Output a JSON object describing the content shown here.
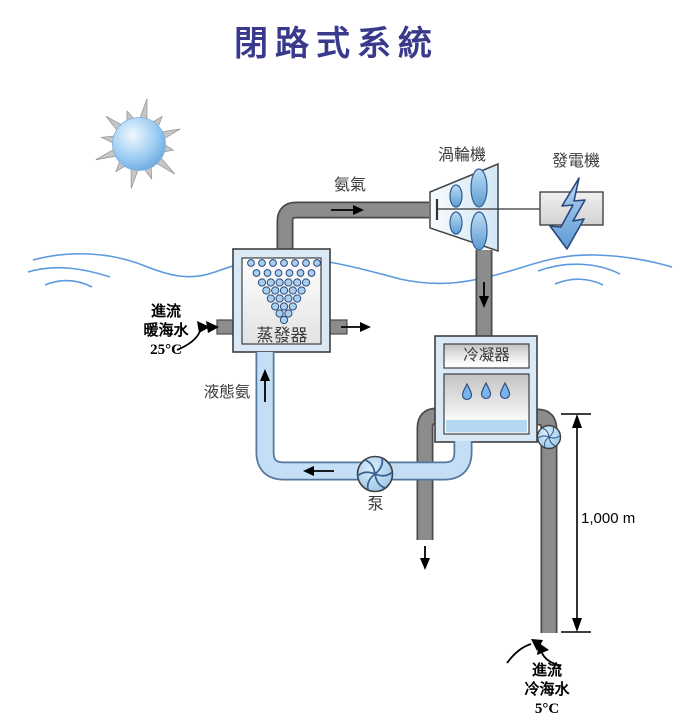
{
  "title": "閉路式系統",
  "colors": {
    "title": "#3a3a8c",
    "wave_blue": "#5b9ade",
    "pipe_gray": "#8c8c8c",
    "pipe_blue": "#c3def5",
    "box_fill": "#d9e9f6",
    "box_border": "#3f3f3f",
    "label_text": "#3b3b3b",
    "bolt_blue": "#6fa8dd"
  },
  "components": {
    "turbine": {
      "label": "渦輪機"
    },
    "generator": {
      "label": "發電機"
    },
    "evaporator": {
      "label": "蒸發器"
    },
    "condenser": {
      "label": "冷凝器"
    },
    "pump": {
      "label": "泵"
    }
  },
  "flows": {
    "ammonia_gas": {
      "label": "氨氣"
    },
    "liquid_ammonia": {
      "label": "液態氨"
    },
    "warm_seawater": {
      "lines": [
        "進流",
        "暖海水",
        "25°C"
      ]
    },
    "cold_seawater": {
      "lines": [
        "進流",
        "冷海水",
        "5°C"
      ]
    }
  },
  "annotations": {
    "depth": "1,000 m"
  }
}
